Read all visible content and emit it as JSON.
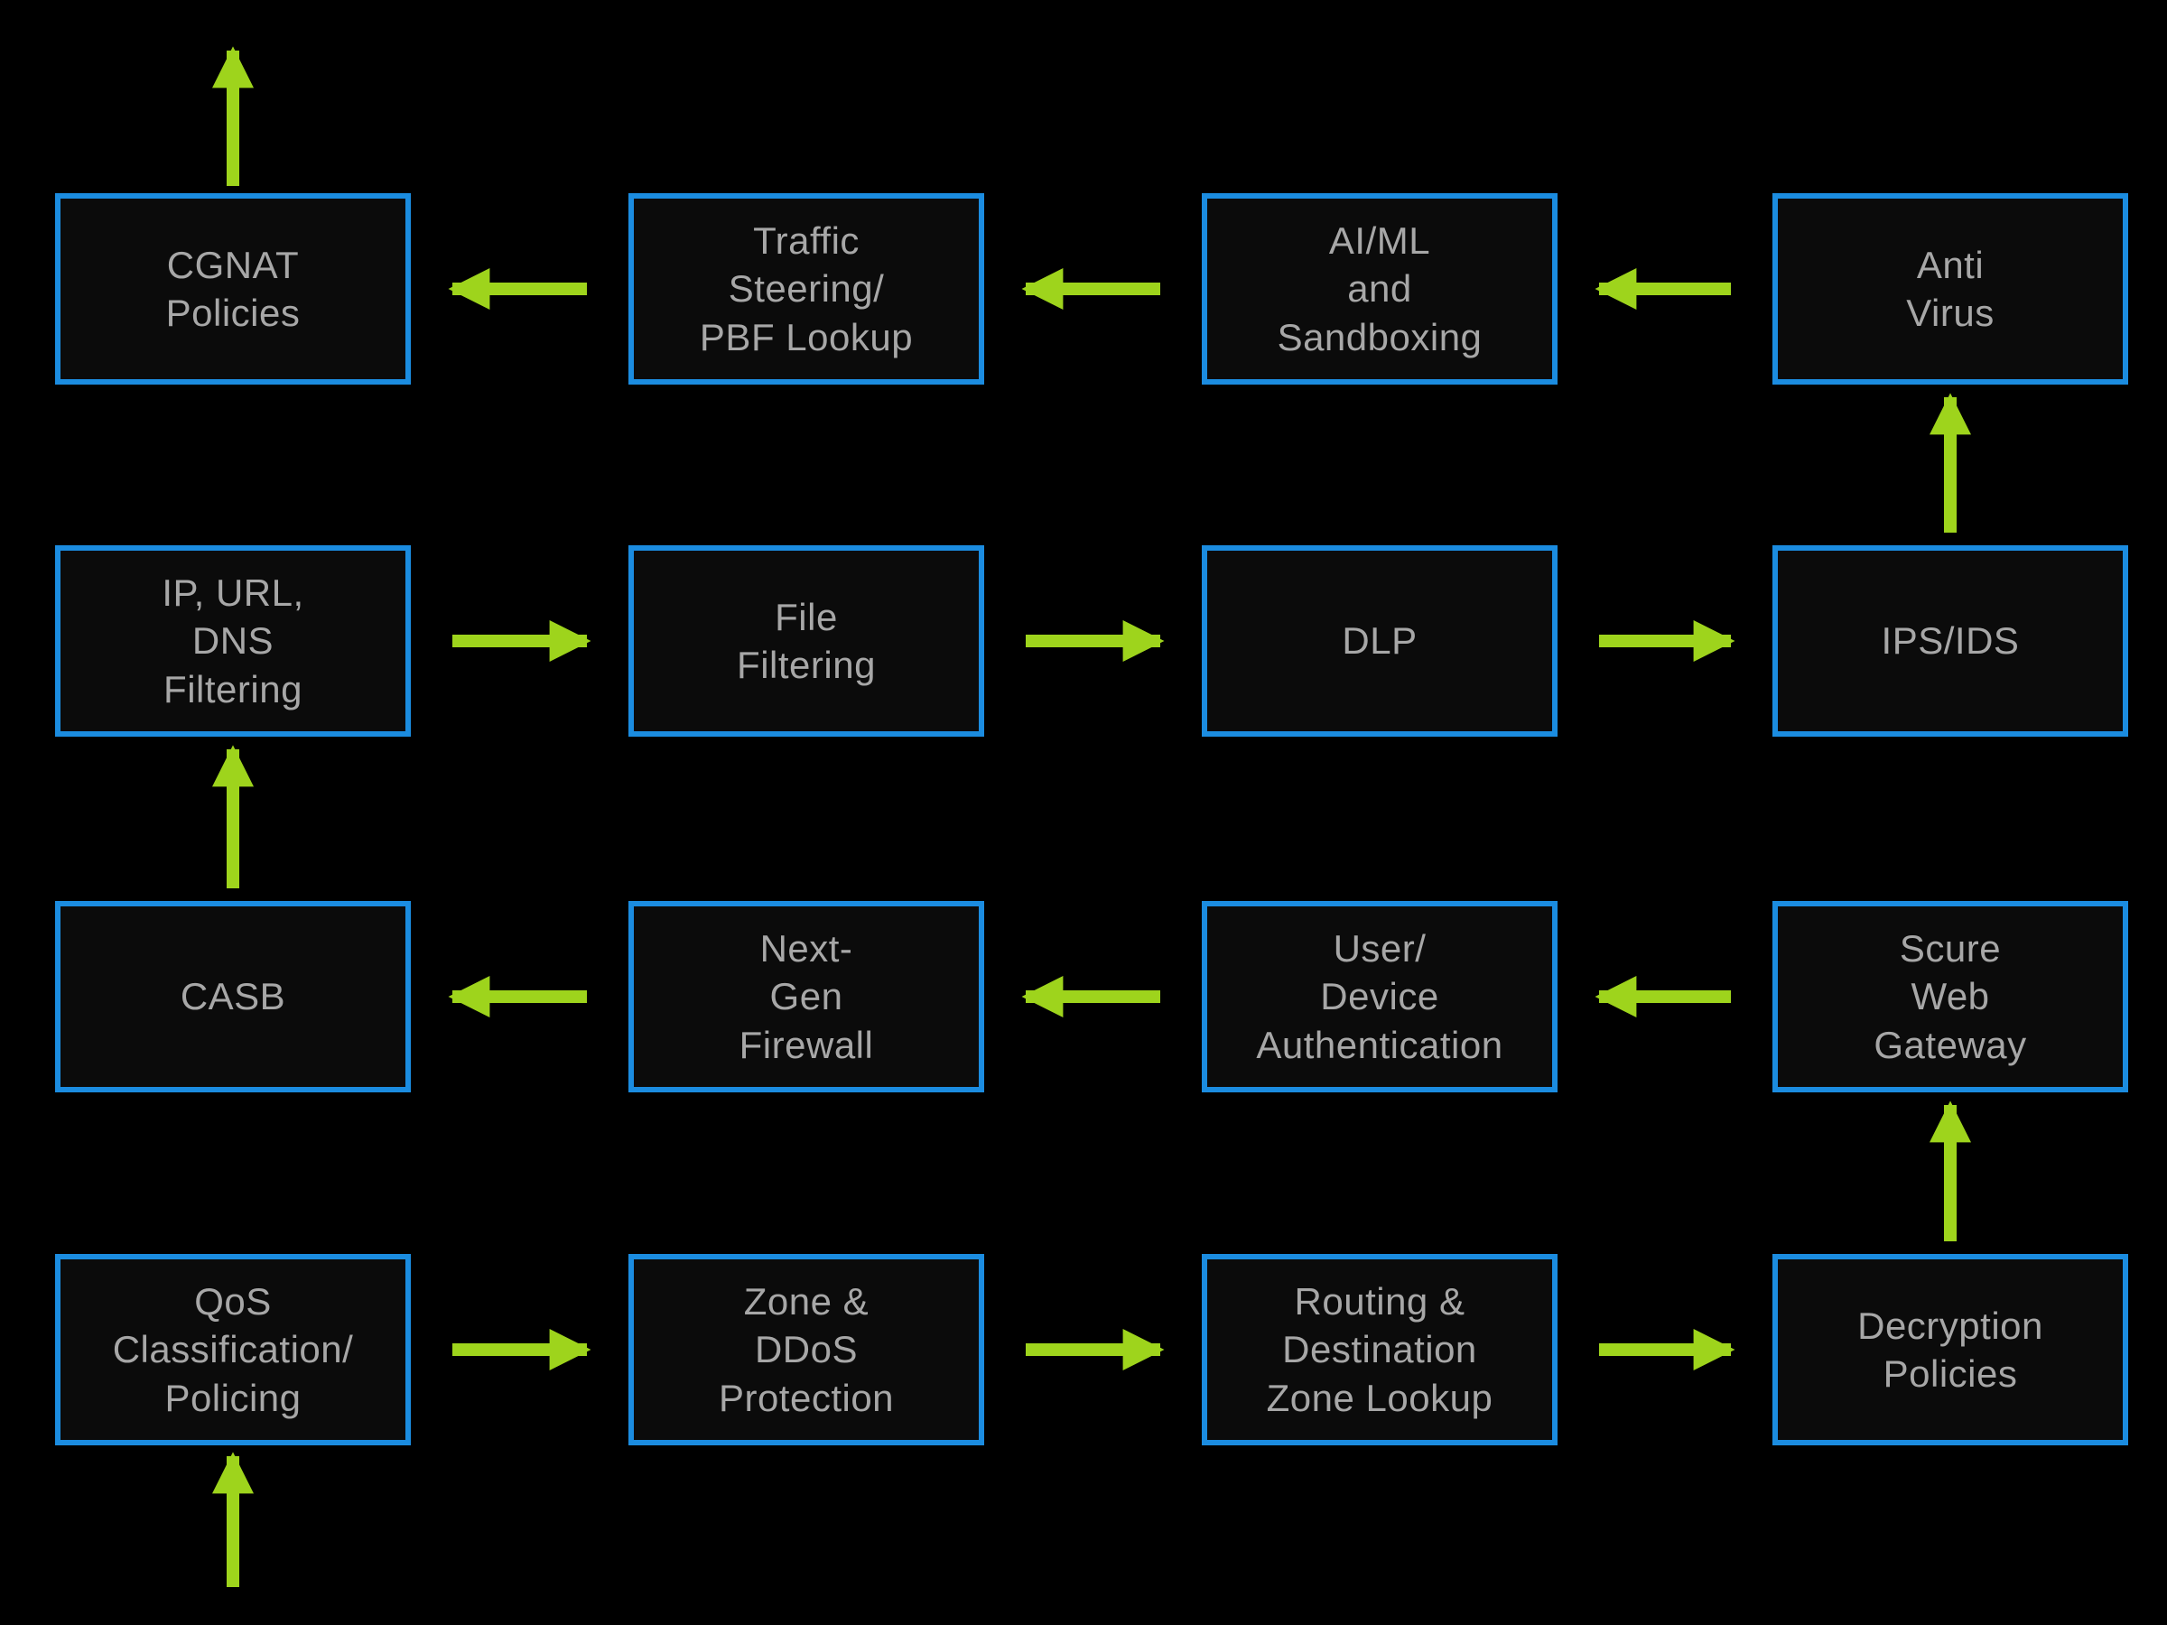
{
  "diagram": {
    "colors": {
      "background": "#000000",
      "box_border": "#1b8ce0",
      "box_fill": "#0b0b0b",
      "text": "#a7a7a7",
      "arrow": "#9ed41c"
    },
    "nodes": [
      {
        "id": "cgnat-policies",
        "label": "CGNAT\nPolicies",
        "col": 0,
        "row": 0
      },
      {
        "id": "traffic-steering-pbf-lookup",
        "label": "Traffic\nSteering/\nPBF Lookup",
        "col": 1,
        "row": 0
      },
      {
        "id": "ai-ml-and-sandboxing",
        "label": "AI/ML\nand\nSandboxing",
        "col": 2,
        "row": 0
      },
      {
        "id": "anti-virus",
        "label": "Anti\nVirus",
        "col": 3,
        "row": 0
      },
      {
        "id": "ip-url-dns-filtering",
        "label": "IP, URL,\nDNS\nFiltering",
        "col": 0,
        "row": 1
      },
      {
        "id": "file-filtering",
        "label": "File\nFiltering",
        "col": 1,
        "row": 1
      },
      {
        "id": "dlp",
        "label": "DLP",
        "col": 2,
        "row": 1
      },
      {
        "id": "ips-ids",
        "label": "IPS/IDS",
        "col": 3,
        "row": 1
      },
      {
        "id": "casb",
        "label": "CASB",
        "col": 0,
        "row": 2
      },
      {
        "id": "next-gen-firewall",
        "label": "Next-\nGen\nFirewall",
        "col": 1,
        "row": 2
      },
      {
        "id": "user-device-authentication",
        "label": "User/\nDevice\nAuthentication",
        "col": 2,
        "row": 2
      },
      {
        "id": "scure-web-gateway",
        "label": "Scure\nWeb\nGateway",
        "col": 3,
        "row": 2
      },
      {
        "id": "qos-classification-policing",
        "label": "QoS\nClassification/\nPolicing",
        "col": 0,
        "row": 3
      },
      {
        "id": "zone-ddos-protection",
        "label": "Zone &\nDDoS\nProtection",
        "col": 1,
        "row": 3
      },
      {
        "id": "routing-destination-zone-lookup",
        "label": "Routing &\nDestination\nZone Lookup",
        "col": 2,
        "row": 3
      },
      {
        "id": "decryption-policies",
        "label": "Decryption\nPolicies",
        "col": 3,
        "row": 3
      }
    ],
    "arrows": [
      {
        "type": "entry",
        "at": "qos-classification-policing",
        "dir": "up"
      },
      {
        "type": "flow",
        "from": "qos-classification-policing",
        "to": "zone-ddos-protection",
        "dir": "right"
      },
      {
        "type": "flow",
        "from": "zone-ddos-protection",
        "to": "routing-destination-zone-lookup",
        "dir": "right"
      },
      {
        "type": "flow",
        "from": "routing-destination-zone-lookup",
        "to": "decryption-policies",
        "dir": "right"
      },
      {
        "type": "flow",
        "from": "decryption-policies",
        "to": "scure-web-gateway",
        "dir": "up"
      },
      {
        "type": "flow",
        "from": "scure-web-gateway",
        "to": "user-device-authentication",
        "dir": "left"
      },
      {
        "type": "flow",
        "from": "user-device-authentication",
        "to": "next-gen-firewall",
        "dir": "left"
      },
      {
        "type": "flow",
        "from": "next-gen-firewall",
        "to": "casb",
        "dir": "left"
      },
      {
        "type": "flow",
        "from": "casb",
        "to": "ip-url-dns-filtering",
        "dir": "up"
      },
      {
        "type": "flow",
        "from": "ip-url-dns-filtering",
        "to": "file-filtering",
        "dir": "right"
      },
      {
        "type": "flow",
        "from": "file-filtering",
        "to": "dlp",
        "dir": "right"
      },
      {
        "type": "flow",
        "from": "dlp",
        "to": "ips-ids",
        "dir": "right"
      },
      {
        "type": "flow",
        "from": "ips-ids",
        "to": "anti-virus",
        "dir": "up"
      },
      {
        "type": "flow",
        "from": "anti-virus",
        "to": "ai-ml-and-sandboxing",
        "dir": "left"
      },
      {
        "type": "flow",
        "from": "ai-ml-and-sandboxing",
        "to": "traffic-steering-pbf-lookup",
        "dir": "left"
      },
      {
        "type": "flow",
        "from": "traffic-steering-pbf-lookup",
        "to": "cgnat-policies",
        "dir": "left"
      },
      {
        "type": "exit",
        "at": "cgnat-policies",
        "dir": "up"
      }
    ]
  }
}
